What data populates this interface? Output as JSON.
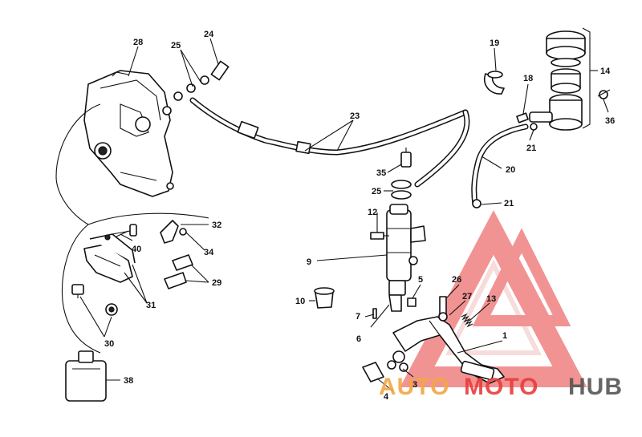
{
  "diagram": {
    "labels": {
      "l1": "1",
      "l3": "3",
      "l4": "4",
      "l5": "5",
      "l6": "6",
      "l7": "7",
      "l9": "9",
      "l10": "10",
      "l12": "12",
      "l13": "13",
      "l14": "14",
      "l18": "18",
      "l19": "19",
      "l20": "20",
      "l21a": "21",
      "l21b": "21",
      "l23": "23",
      "l24": "24",
      "l25a": "25",
      "l25b": "25",
      "l26": "26",
      "l27": "27",
      "l28": "28",
      "l29": "29",
      "l30": "30",
      "l31": "31",
      "l32": "32",
      "l34": "34",
      "l35": "35",
      "l36": "36",
      "l38": "38",
      "l40": "40"
    }
  },
  "watermark": {
    "part1": "AUTO",
    "part2": "MOTO",
    "part3": "HUB",
    "color_red": "#e83c3c",
    "color_orange": "#f2a640",
    "color_gray": "#555555"
  }
}
